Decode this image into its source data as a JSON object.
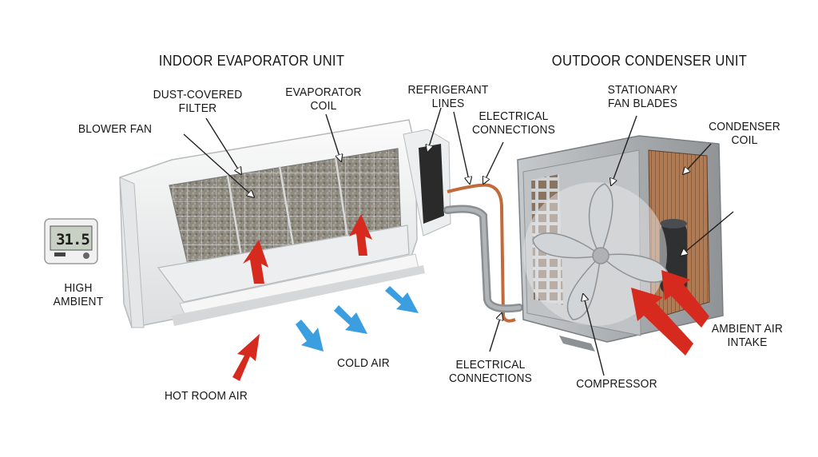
{
  "titles": {
    "indoor": "INDOOR EVAPORATOR UNIT",
    "outdoor": "OUTDOOR CONDENSER UNIT"
  },
  "labels": {
    "dust_filter": "DUST-COVERED\nFILTER",
    "evaporator_coil": "EVAPORATOR\nCOIL",
    "refrigerant_lines": "REFRIGERANT\nLINES",
    "electrical_top": "ELECTRICAL\nCONNECTIONS",
    "blower_fan": "BLOWER FAN",
    "stationary_fan": "STATIONARY\nFAN BLADES",
    "condenser_coil": "CONDENSER\nCOIL",
    "high_ambient": "HIGH\nAMBIENT",
    "cold_air": "COLD AIR",
    "hot_room_air": "HOT ROOM AIR",
    "electrical_bottom": "ELECTRICAL\nCONNECTIONS",
    "compressor": "COMPRESSOR",
    "ambient_air_intake": "AMBIENT AIR\nINTAKE"
  },
  "thermometer": {
    "reading": "31.5"
  },
  "colors": {
    "hot_air": "#d62a1f",
    "cold_air": "#3a9ee0",
    "copper": "#c26a3a",
    "unit_body": "#f1f2f3",
    "condenser_case": "#a9adb0"
  }
}
